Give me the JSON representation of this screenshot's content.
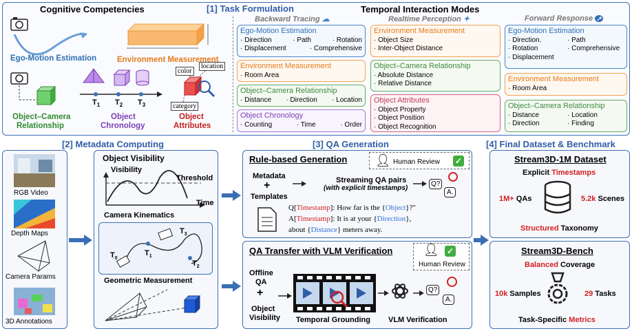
{
  "task_formulation": {
    "section_title": "[1] Task Formulation",
    "competencies_title": "Cognitive Competencies",
    "competencies": {
      "ego_motion": "Ego-Motion Estimation",
      "environment": "Environment Measurement",
      "object_camera_l1": "Object–Camera",
      "object_camera_l2": "Relationship",
      "chronology_l1": "Object",
      "chronology_l2": "Chronology",
      "attributes_l1": "Object",
      "attributes_l2": "Attributes",
      "tag_color": "color",
      "tag_location": "location",
      "tag_category": "category",
      "t1": "T",
      "t2": "T",
      "t3": "T",
      "t1_sub": "1",
      "t2_sub": "2",
      "t3_sub": "3"
    },
    "modes_title": "Temporal Interaction Modes",
    "modes": {
      "backward": "Backward Tracing",
      "realtime": "Realtime Perception",
      "forward": "Forward Response"
    },
    "backward_boxes": {
      "ego": {
        "title": "Ego-Motion Estimation",
        "r1": [
          "· Direction",
          "· Path",
          "· Rotation"
        ],
        "r2": [
          "· Displacement",
          "· Comprehensive"
        ]
      },
      "env": {
        "title": "Environment Measurement",
        "r1": [
          "· Room Area"
        ]
      },
      "objcam": {
        "title": "Object–Camera Relationship",
        "r1": [
          "· Distance",
          "· Direction",
          "· Location"
        ]
      },
      "chron": {
        "title": "Object Chronology",
        "r1": [
          "· Counting",
          "· Time",
          "· Order"
        ]
      }
    },
    "realtime_boxes": {
      "env": {
        "title": "Environment Measurement",
        "r1": "· Object Size",
        "r2": "· Inter-Object Distance"
      },
      "objcam": {
        "title": "Object–Camera Relationship",
        "r1": "· Absolute Distance",
        "r2": "· Relative Distance"
      },
      "attr": {
        "title": "Object Attributes",
        "r1": "· Object Property",
        "r2": "· Object Position",
        "r3": "· Object Recognition"
      }
    },
    "forward_boxes": {
      "ego": {
        "title": "Ego-Motion Estimation",
        "r1": [
          "· Direction.",
          "· Path"
        ],
        "r2": [
          "· Rotation",
          "· Comprehensive"
        ],
        "r3": "· Displacement"
      },
      "env": {
        "title": "Environment Measurement",
        "r1": "· Room Area"
      },
      "objcam": {
        "title": "Object–Camera Relationship",
        "r1": [
          "· Distance",
          "· Location"
        ],
        "r2": [
          "· Direction",
          "· Finding"
        ]
      }
    }
  },
  "metadata": {
    "section_title": "[2] Metadata Computing",
    "inputs": [
      "RGB Video",
      "Depth Maps",
      "Camera Params",
      "3D Annotations"
    ],
    "visibility_title": "Object Visibility",
    "visibility_y": "Visibility",
    "threshold": "Threshold",
    "time": "Time",
    "kinematics_title": "Camera Kinematics",
    "geometric_title": "Geometric Measurement",
    "k_t": "T",
    "k_sub0": "0",
    "k_sub1": "1",
    "k_sub2": "2",
    "k_sub3": "3"
  },
  "qa": {
    "section_title": "[3] QA Generation",
    "rule_title": "Rule-based Generation",
    "human_review": "Human Review",
    "metadata_label": "Metadata",
    "plus": "+",
    "templates": "Templates",
    "streaming_l1": "Streaming QA pairs",
    "streaming_l2": "(with explicit timestamps)",
    "q_prefix": "Q[",
    "ts": "Timestamp",
    "q_mid": "]: How far is  the  {",
    "obj": "Object",
    "q_end": "}?\"",
    "a_prefix": "A[",
    "a_mid": "]: It is at your  {",
    "dir": "Direction",
    "a_end": "},",
    "a2_pre": "about {",
    "dist": "Distance",
    "a2_end": "} meters away.",
    "transfer_title": "QA Transfer with VLM Verification",
    "offline_l1": "Offline",
    "offline_l2": "QA",
    "objvis_l1": "Object",
    "objvis_l2": "Visibility",
    "temporal": "Temporal Grounding",
    "vlm": "VLM Verification",
    "q_icon": "Q?",
    "a_icon": "A."
  },
  "final": {
    "section_title": "[4] Final Dataset & Benchmark",
    "dataset_title": "Stream3D-1M Dataset",
    "explicit": "Explicit ",
    "timestamps": "Timestamps",
    "qas_num": "1M+",
    "qas": " QAs",
    "scenes_num": "5.2k",
    "scenes": " Scenes",
    "structured": "Structured",
    "taxonomy": " Taxonomy",
    "bench_title": "Stream3D-Bench",
    "balanced": "Balanced",
    "coverage": " Coverage",
    "samples_num": "10k",
    "samples": " Samples",
    "tasks_num": "29",
    "tasks": " Tasks",
    "taskspec": "Task-Specific ",
    "metrics": "Metrics"
  },
  "colors": {
    "accent": "#2f5ea8",
    "red": "#d42020",
    "check": "#3fae3f"
  }
}
